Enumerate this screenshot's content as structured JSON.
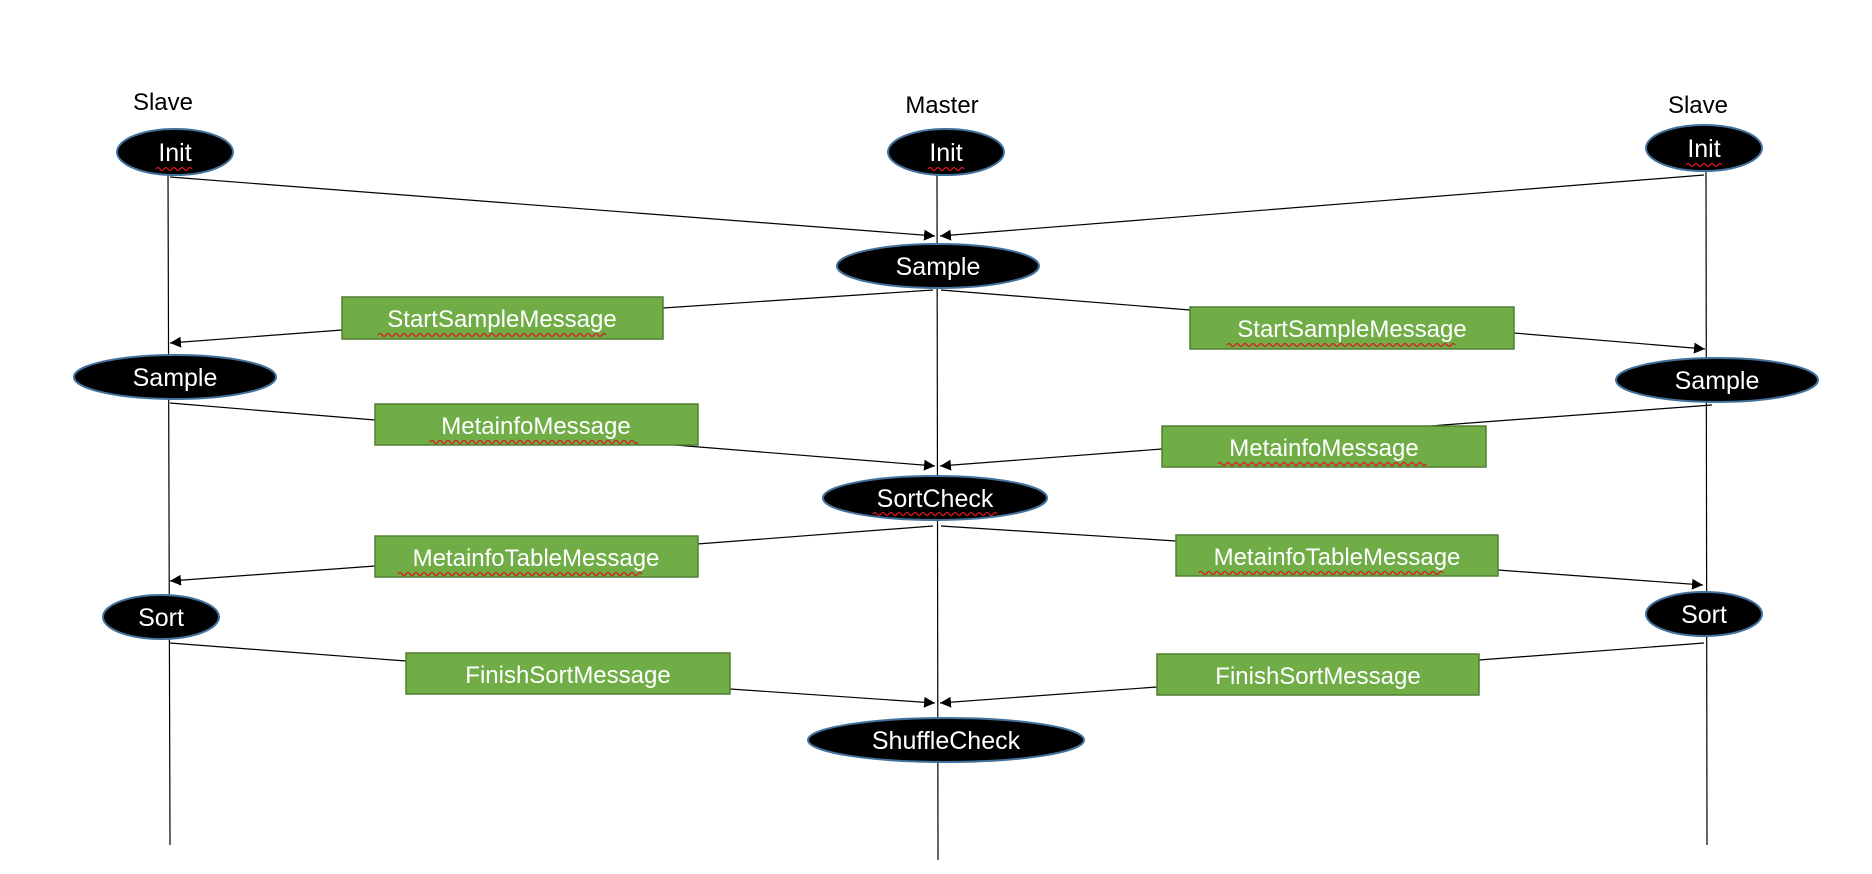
{
  "roles": {
    "left": "Slave",
    "center": "Master",
    "right": "Slave"
  },
  "states": {
    "left_init": "Init",
    "center_init": "Init",
    "right_init": "Init",
    "center_sample": "Sample",
    "left_sample": "Sample",
    "right_sample": "Sample",
    "center_sortcheck": "SortCheck",
    "left_sort": "Sort",
    "right_sort": "Sort",
    "center_shufflecheck": "ShuffleCheck"
  },
  "messages": {
    "start_sample_left": "StartSampleMessage",
    "start_sample_right": "StartSampleMessage",
    "metainfo_left": "MetainfoMessage",
    "metainfo_right": "MetainfoMessage",
    "metainfo_table_left": "MetainfoTableMessage",
    "metainfo_table_right": "MetainfoTableMessage",
    "finish_sort_left": "FinishSortMessage",
    "finish_sort_right": "FinishSortMessage"
  },
  "colors": {
    "state_fill": "#000000",
    "state_stroke": "#41719c",
    "message_fill": "#70ad47",
    "message_stroke": "#507e32",
    "line": "#000000",
    "spellcheck": "#e0161e"
  }
}
